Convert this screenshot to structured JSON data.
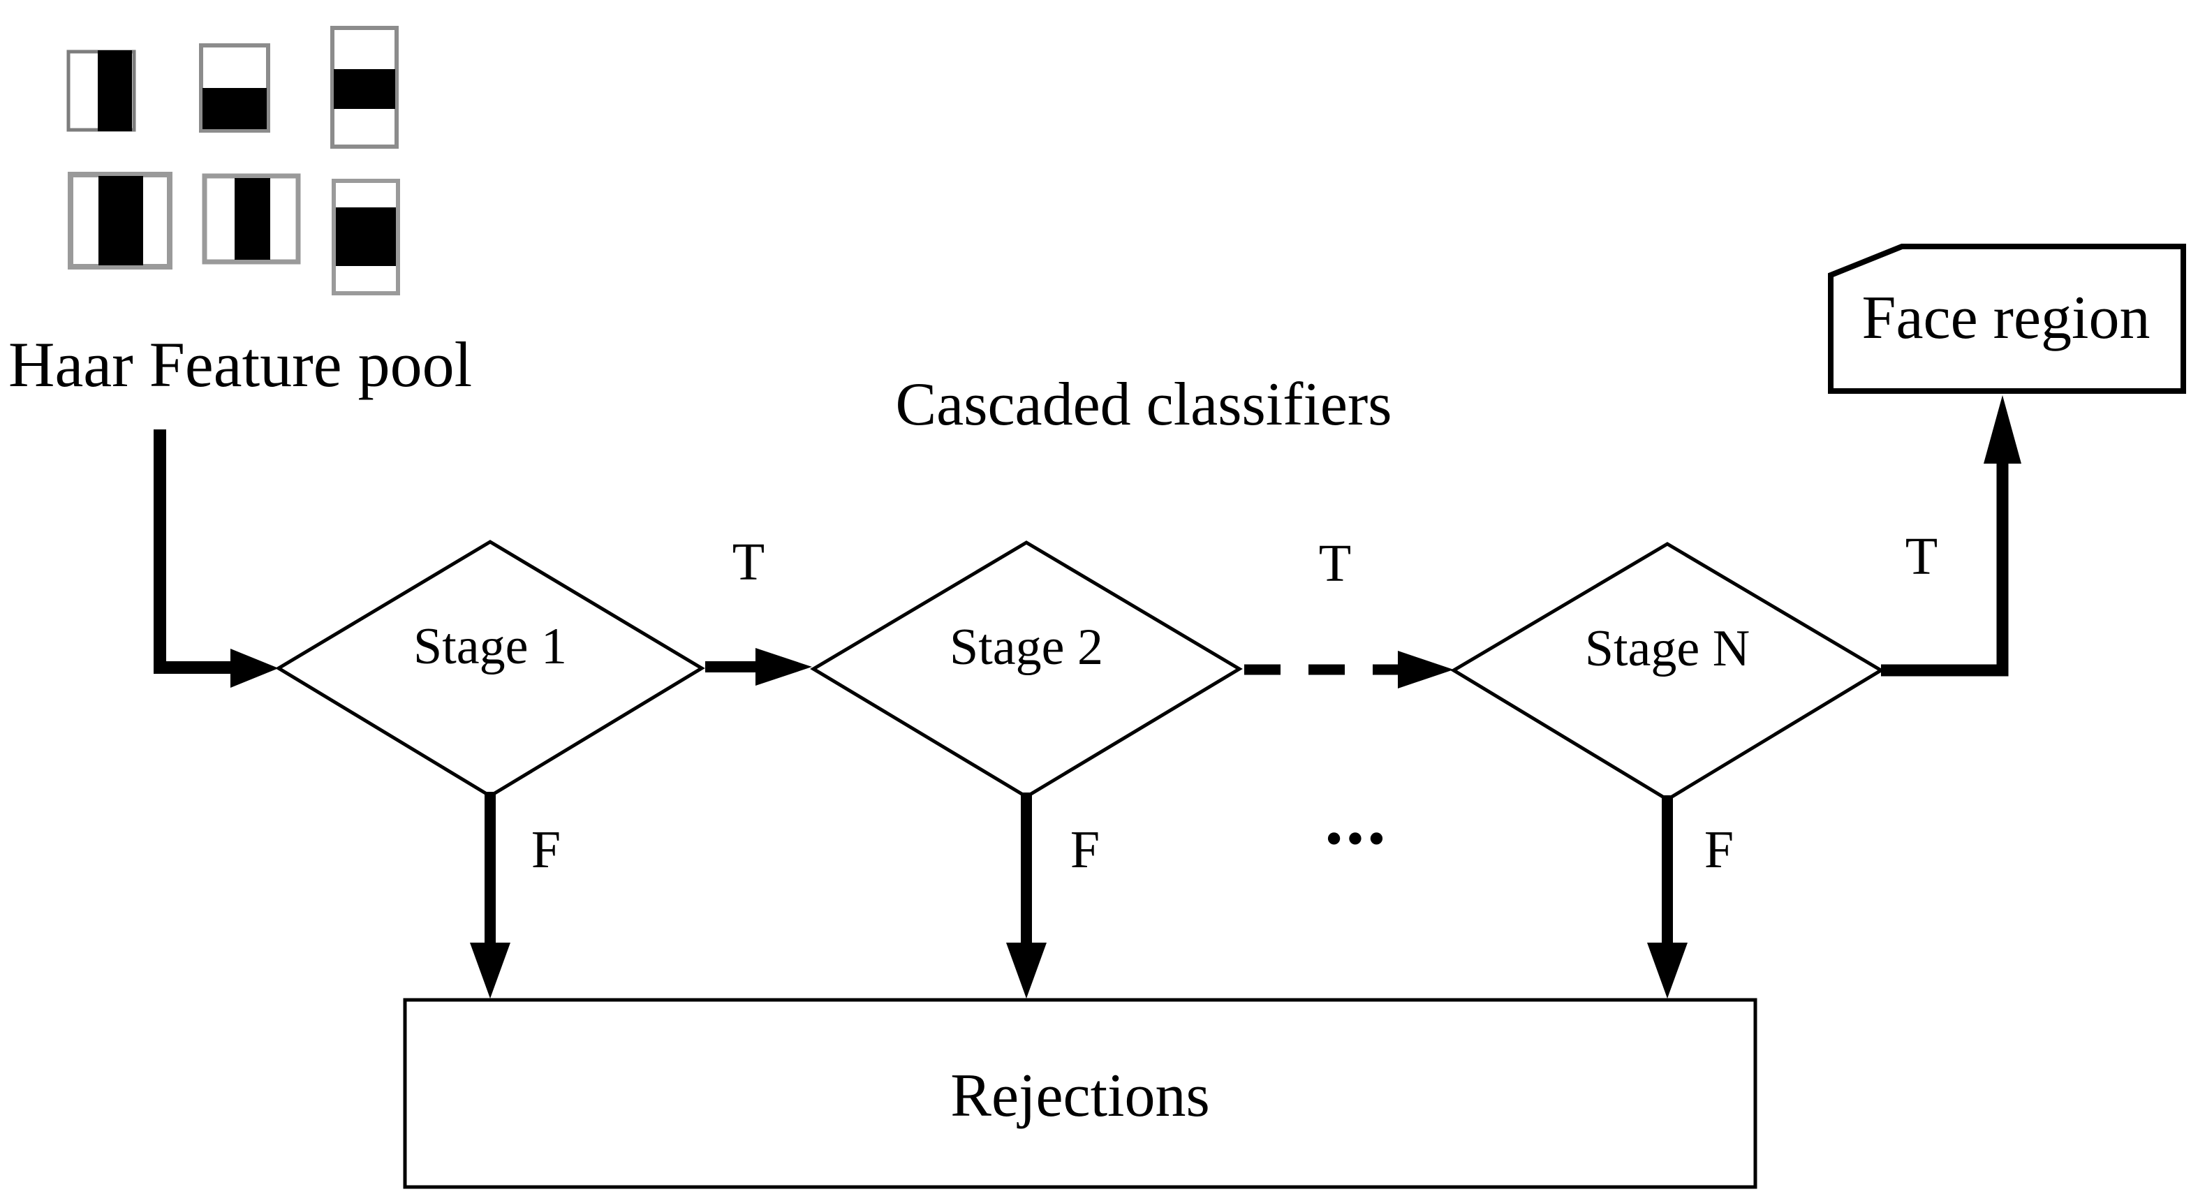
{
  "figure": {
    "title": "Cascaded classifiers",
    "pool_label": "Haar Feature pool",
    "stages": [
      {
        "label": "Stage 1"
      },
      {
        "label": "Stage 2"
      },
      {
        "label": "Stage N"
      }
    ],
    "true_label": "T",
    "false_label": "F",
    "ellipsis": "•••",
    "accept_box_label": "Face region",
    "reject_box_label": "Rejections",
    "haar_features": [
      {
        "name": "two-rect-vertical-black-right"
      },
      {
        "name": "two-rect-horizontal-black-bottom"
      },
      {
        "name": "three-rect-horizontal-black-middle"
      },
      {
        "name": "three-rect-vertical-black-middle-wide"
      },
      {
        "name": "three-rect-vertical-black-middle"
      },
      {
        "name": "three-rect-horizontal-black-middle-low"
      }
    ],
    "colors": {
      "ink": "#000000",
      "paper": "#ffffff",
      "feature_frame": "#8c8c8c"
    }
  }
}
